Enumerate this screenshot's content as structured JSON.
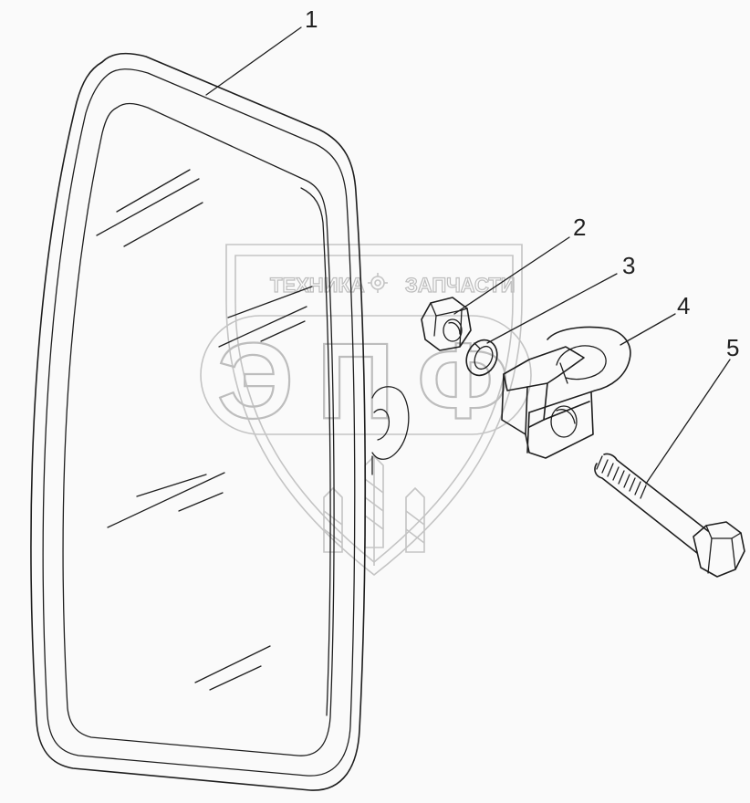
{
  "callouts": [
    {
      "id": "1",
      "label": "1"
    },
    {
      "id": "2",
      "label": "2"
    },
    {
      "id": "3",
      "label": "3"
    },
    {
      "id": "4",
      "label": "4"
    },
    {
      "id": "5",
      "label": "5"
    }
  ],
  "watermark": {
    "left_word": "ТЕХНИКА",
    "right_word": "ЗАПЧАСТИ",
    "big_text": "ЭПФ"
  },
  "colors": {
    "line": "#1e1e1e",
    "watermark": "#c4c4c4",
    "background": "#fafafa"
  }
}
